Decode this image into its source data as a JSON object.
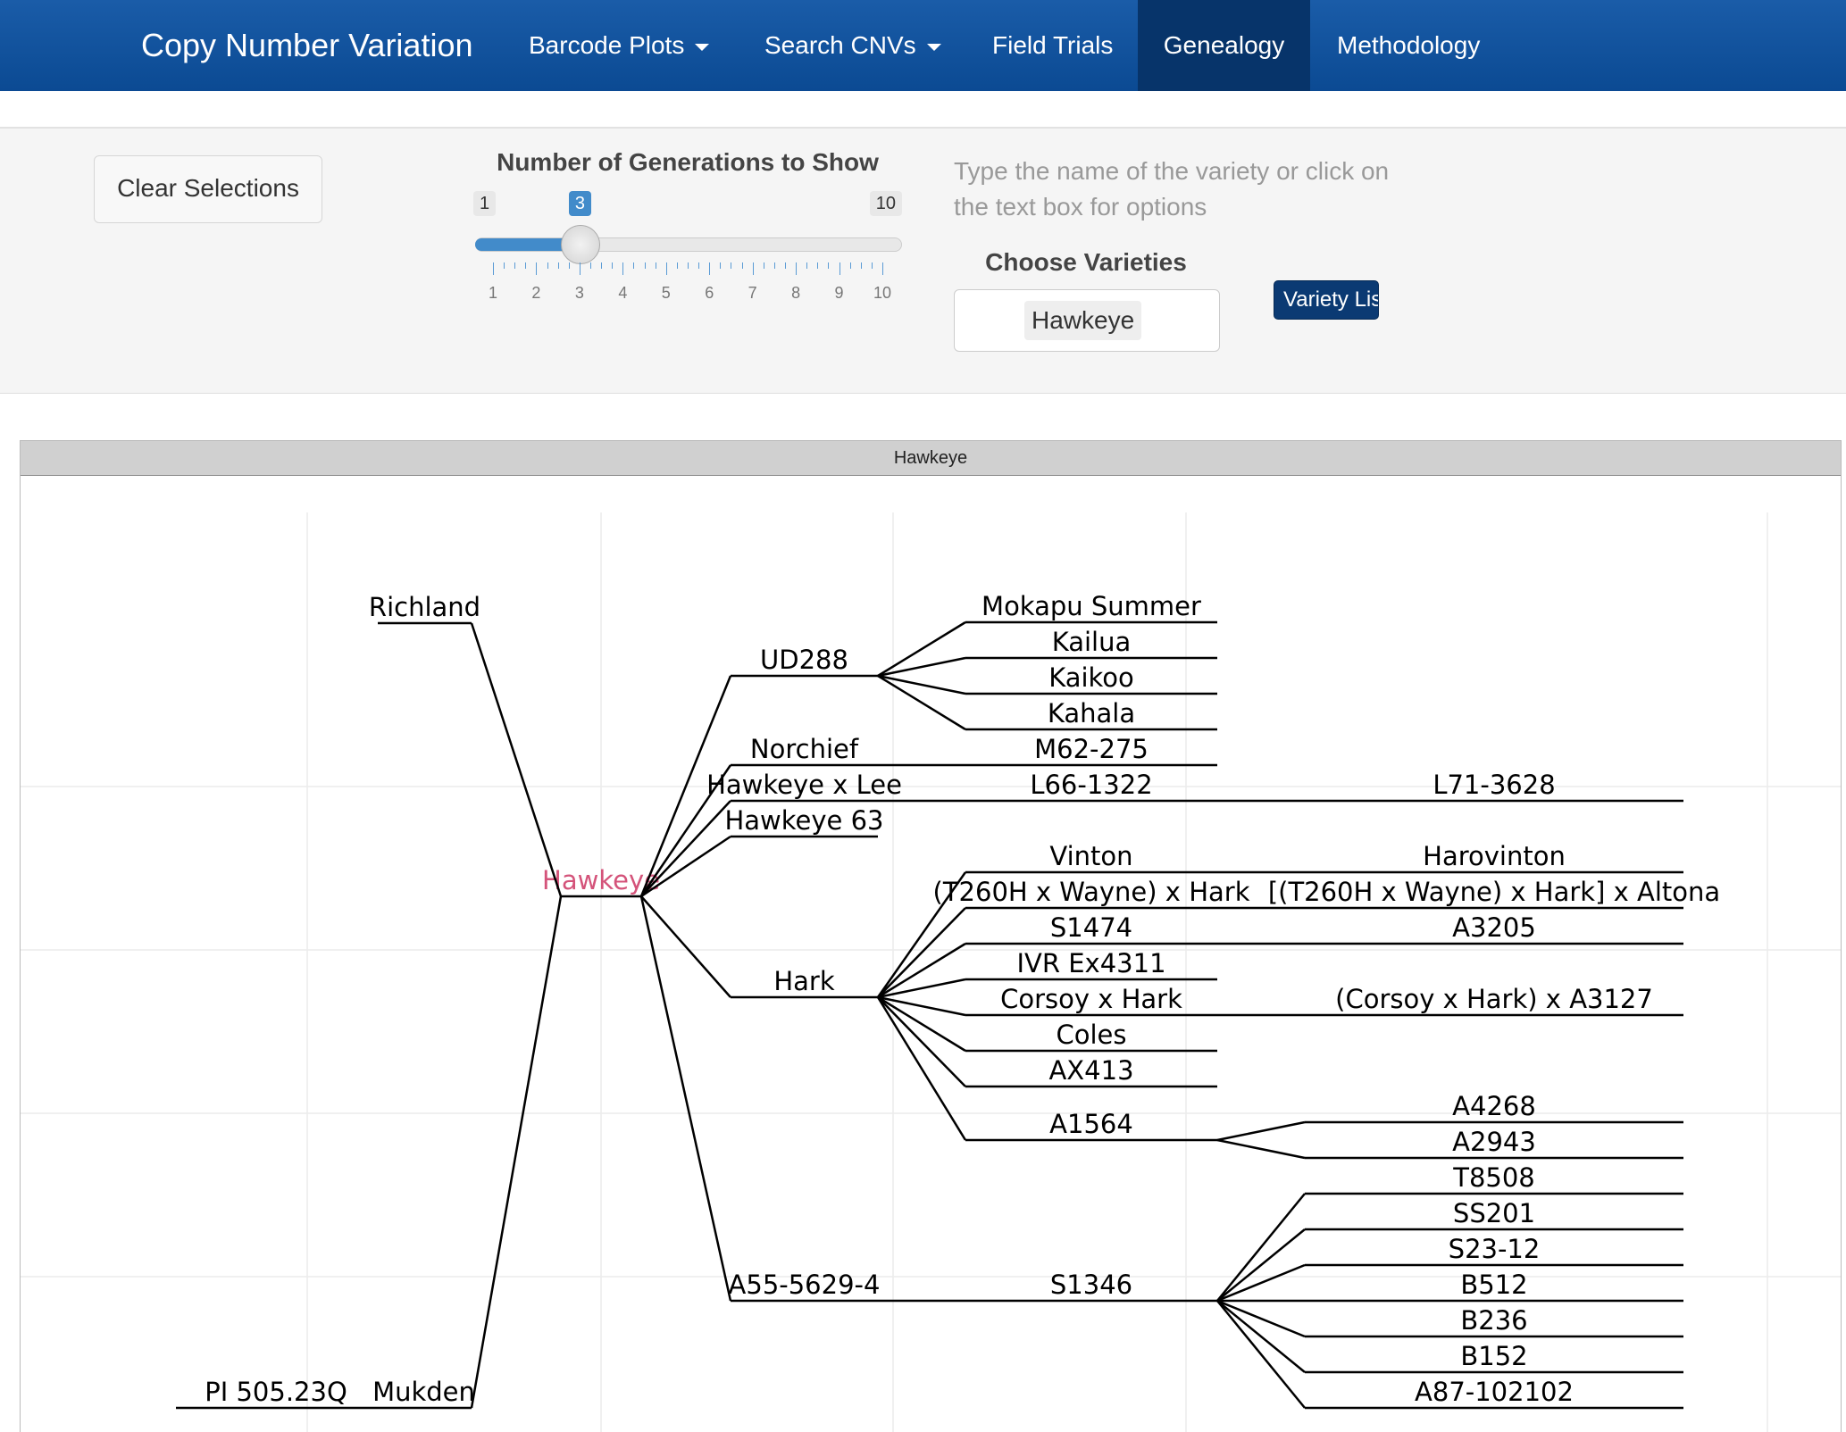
{
  "navbar": {
    "brand": "Copy Number Variation",
    "items": [
      {
        "label": "Barcode Plots",
        "dropdown": true,
        "active": false
      },
      {
        "label": "Search CNVs",
        "dropdown": true,
        "active": false
      },
      {
        "label": "Field Trials",
        "dropdown": false,
        "active": false
      },
      {
        "label": "Genealogy",
        "dropdown": false,
        "active": true
      },
      {
        "label": "Methodology",
        "dropdown": false,
        "active": false
      }
    ]
  },
  "controls": {
    "clear_button": "Clear Selections",
    "generations": {
      "label": "Number of Generations to Show",
      "min": 1,
      "max": 10,
      "value": 3,
      "ticks": [
        "1",
        "2",
        "3",
        "4",
        "5",
        "6",
        "7",
        "8",
        "9",
        "10"
      ]
    },
    "help_text": "Type the name of the variety or click on the text box for options",
    "choose_label": "Choose Varieties",
    "selected_variety": "Hawkeye",
    "variety_list_button": "Variety List"
  },
  "plot": {
    "panel_title": "Hawkeye",
    "focus": "Hawkeye",
    "colors": {
      "focus": "#d4537a",
      "line": "#000000",
      "grid": "#ececec"
    },
    "ancestors": [
      {
        "label": "Richland"
      },
      {
        "label": "Mukden"
      },
      {
        "label": "PI 505.23Q"
      }
    ],
    "descendants": [
      {
        "label": "UD288",
        "children": [
          {
            "label": "Mokapu Summer"
          },
          {
            "label": "Kailua"
          },
          {
            "label": "Kaikoo"
          },
          {
            "label": "Kahala"
          }
        ]
      },
      {
        "label": "Norchief",
        "children": [
          {
            "label": "M62-275"
          }
        ]
      },
      {
        "label": "Hawkeye x Lee",
        "children": [
          {
            "label": "L66-1322",
            "children": [
              {
                "label": "L71-3628"
              }
            ]
          }
        ]
      },
      {
        "label": "Hawkeye 63"
      },
      {
        "label": "Hark",
        "children": [
          {
            "label": "Vinton",
            "children": [
              {
                "label": "Harovinton"
              }
            ]
          },
          {
            "label": "(T260H x Wayne) x Hark",
            "children": [
              {
                "label": "[(T260H x Wayne) x Hark] x Altona"
              }
            ]
          },
          {
            "label": "S1474",
            "children": [
              {
                "label": "A3205"
              }
            ]
          },
          {
            "label": "IVR Ex4311"
          },
          {
            "label": "Corsoy x Hark",
            "children": [
              {
                "label": "(Corsoy x Hark) x A3127"
              }
            ]
          },
          {
            "label": "Coles"
          },
          {
            "label": "AX413"
          },
          {
            "label": "A1564",
            "children": [
              {
                "label": "A4268"
              },
              {
                "label": "A2943"
              }
            ]
          }
        ]
      },
      {
        "label": "A55-5629-4",
        "children": [
          {
            "label": "S1346",
            "children": [
              {
                "label": "T8508"
              },
              {
                "label": "SS201"
              },
              {
                "label": "S23-12"
              },
              {
                "label": "B512"
              },
              {
                "label": "B236"
              },
              {
                "label": "B152"
              },
              {
                "label": "A87-102102"
              }
            ]
          }
        ]
      }
    ]
  }
}
